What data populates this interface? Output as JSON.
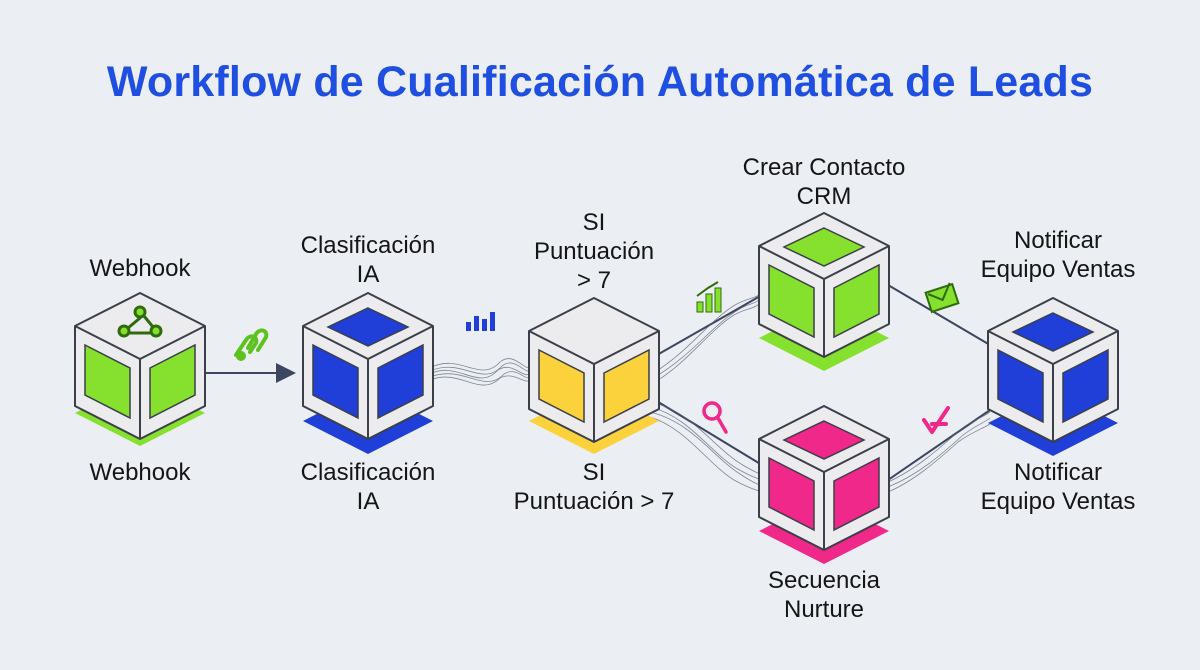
{
  "title": "Workflow de Cualificación Automática de Leads",
  "nodes": [
    {
      "id": "webhook",
      "label_top": [
        "Webhook"
      ],
      "label_bottom": [
        "Webhook"
      ],
      "color": "#86e02e",
      "icon": "webhook-icon"
    },
    {
      "id": "clasificacion",
      "label_top": [
        "Clasificación",
        "IA"
      ],
      "label_bottom": [
        "Clasificación",
        "IA"
      ],
      "color": "#1f3fd8"
    },
    {
      "id": "condicion",
      "label_top": [
        "SI",
        "Puntuación",
        "> 7"
      ],
      "label_bottom": [
        "SI",
        "Puntuación > 7"
      ],
      "color": "#fcd23c"
    },
    {
      "id": "crm",
      "label_top": [
        "Crear Contacto",
        "CRM"
      ],
      "color": "#86e02e"
    },
    {
      "id": "nurture",
      "label_bottom": [
        "Secuencia",
        "Nurture"
      ],
      "color": "#f0288a"
    },
    {
      "id": "notificar",
      "label_top": [
        "Notificar",
        "Equipo Ventas"
      ],
      "label_bottom": [
        "Notificar",
        "Equipo Ventas"
      ],
      "color": "#1f3fd8"
    }
  ],
  "connector_icons": [
    "link-icon",
    "bar-chart-icon",
    "growth-chart-icon",
    "mail-icon",
    "search-icon",
    "check-icon"
  ],
  "colors": {
    "title": "#1f4fe0",
    "line": "#3b4660",
    "cube_frame": "#ececee",
    "cube_outline": "#3b3f4a"
  }
}
